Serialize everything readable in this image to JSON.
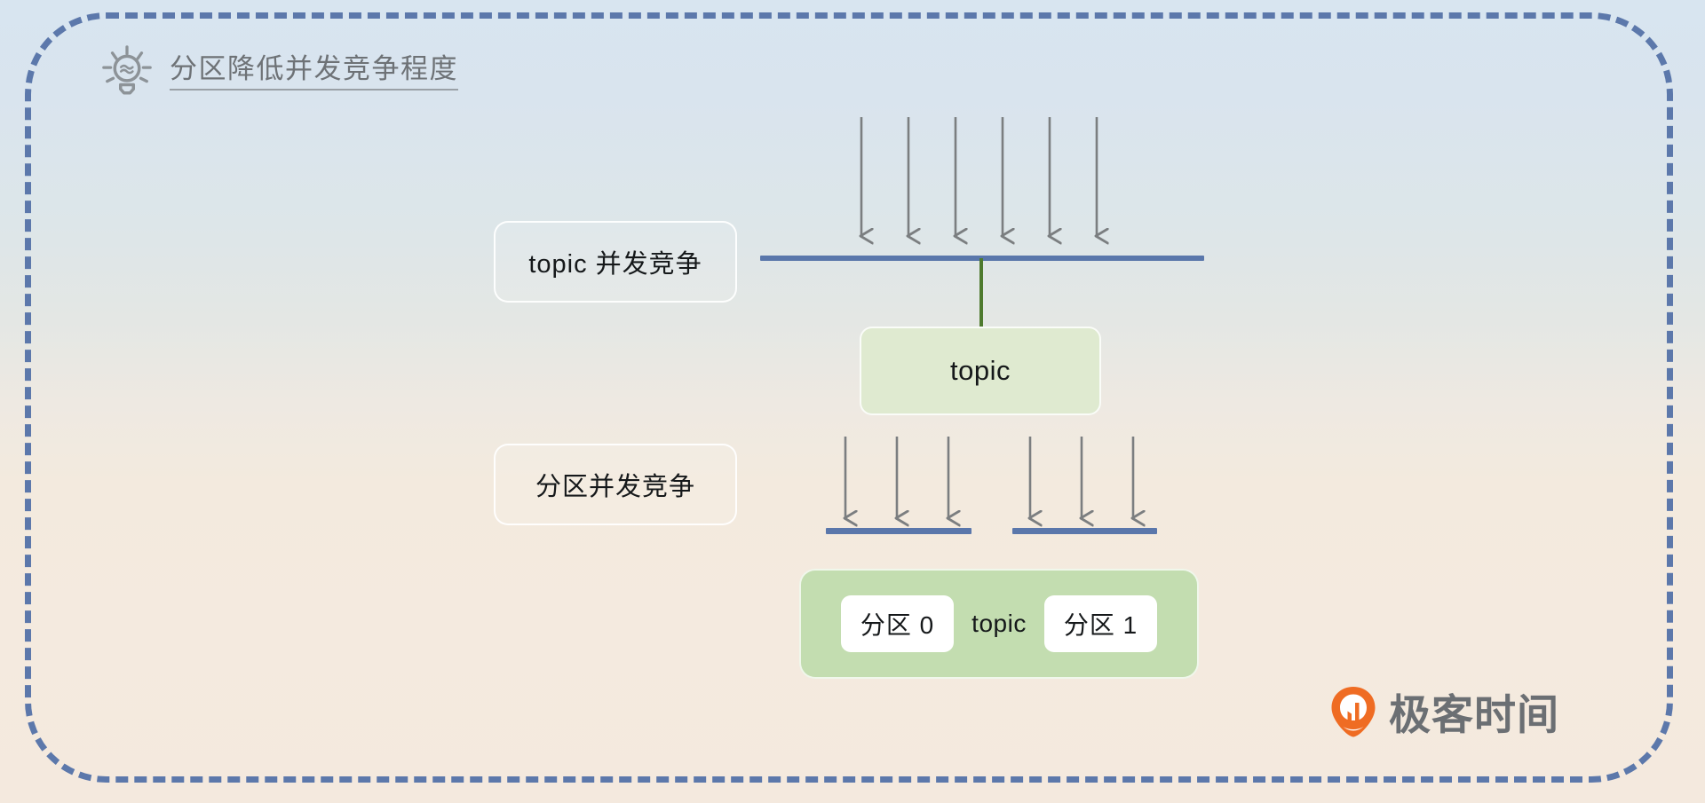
{
  "diagram": {
    "title": "分区降低并发竞争程度",
    "title_icon": "lightbulb-icon",
    "labels": {
      "topic_contention": "topic 并发竞争",
      "partition_contention": "分区并发竞争"
    },
    "topic_box": {
      "label": "topic"
    },
    "partition_box": {
      "left_chip": "分区 0",
      "center_label": "topic",
      "right_chip": "分区 1"
    },
    "arrows": {
      "top_group_count": 6,
      "bottom_group_left_count": 3,
      "bottom_group_right_count": 3
    },
    "colors": {
      "frame_border": "#5c78ab",
      "bar_blue": "#5a77ab",
      "connector_green": "#4e7a2e",
      "topic_box_green": "#dfead0",
      "partition_box_green": "#c3ddb0",
      "arrow_gray": "#7b7e80",
      "title_gray": "#6e7276",
      "bg_top": "#d8e5f0",
      "bg_bottom": "#f4e9de",
      "brand_orange": "#ef6c23"
    }
  },
  "brand": {
    "name": "极客时间",
    "mark": "geekbang-logo-icon"
  }
}
